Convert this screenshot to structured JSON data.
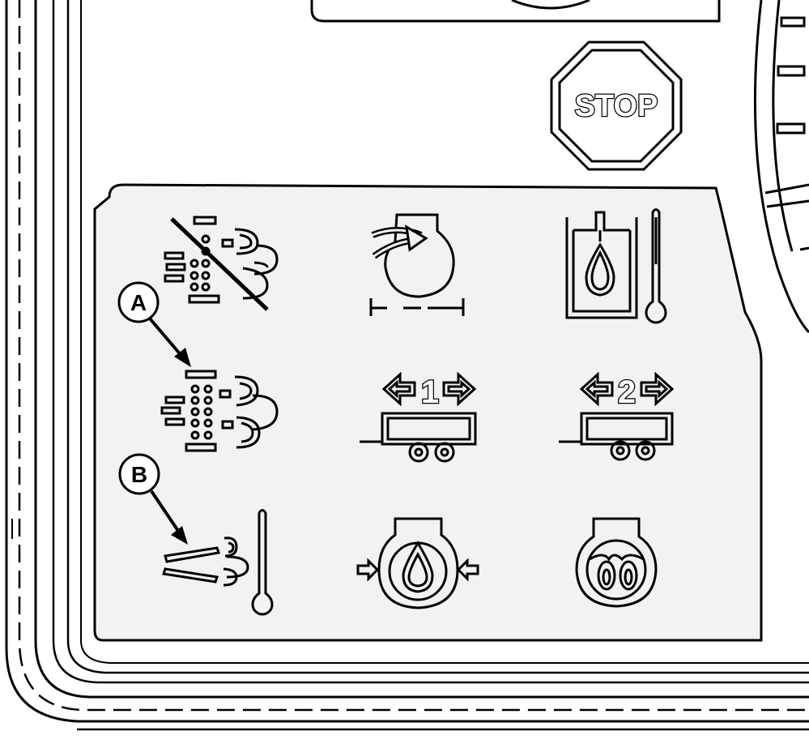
{
  "stop_button": {
    "label": "STOP"
  },
  "callouts": {
    "a": "A",
    "b": "B"
  },
  "trailer_indicators": {
    "one": "1",
    "two": "2"
  },
  "icons": [
    "exhaust-filter-cleaning-disabled-icon",
    "engine-intake-air-icon",
    "hydraulic-oil-temperature-icon",
    "exhaust-filter-cleaning-icon",
    "trailer-1-turn-indicator-icon",
    "trailer-2-turn-indicator-icon",
    "high-exhaust-temperature-icon",
    "engine-oil-pressure-icon",
    "glow-plug-icon"
  ],
  "colors": {
    "line": "#000000",
    "panel": "#f2f2f2",
    "background": "#ffffff"
  }
}
